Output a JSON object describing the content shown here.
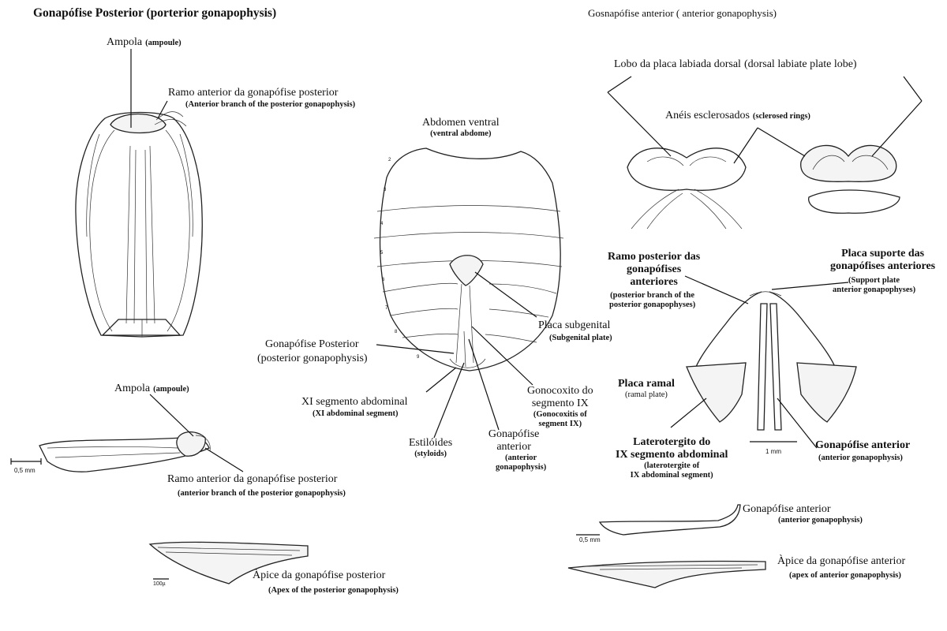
{
  "left_title": "Gonapófise Posterior (porterior gonapophysis)",
  "right_title": "Gosnapófise anterior ( anterior gonapophysis)",
  "labels": {
    "ampola_top_pt": "Ampola",
    "ampola_top_en": "(ampoule)",
    "ramo_top_pt": "Ramo anterior da gonapófise posterior",
    "ramo_top_en": "(Anterior branch of the posterior gonapophysis)",
    "ampola_bot_pt": "Ampola",
    "ampola_bot_en": "(ampoule)",
    "ramo_bot_pt": "Ramo anterior da gonapófise posterior",
    "ramo_bot_en": "(anterior branch of the posterior gonapophysis)",
    "apice_post_pt": "Àpice da gonapófise posterior",
    "apice_post_en": "(Apex of the posterior gonapophysis)",
    "abdomen_pt": "Abdomen ventral",
    "abdomen_en": "(ventral abdome)",
    "placa_sub_pt": "Placa subgenital",
    "placa_sub_en": "(Subgenital plate)",
    "gonapo_post_pt": "Gonapófise Posterior",
    "gonapo_post_en": "(posterior gonapophysis)",
    "xi_seg_pt": "XI segmento abdominal",
    "xi_seg_en": "(XI abdominal segment)",
    "gonocoxito_pt_1": "Gonocoxito do",
    "gonocoxito_pt_2": "segmento IX",
    "gonocoxito_en_1": "(Gonocoxitis of",
    "gonocoxito_en_2": "segment IX)",
    "estiloides_pt": "Estilóides",
    "estiloides_en": "(styloids)",
    "gonapo_ant_mid_pt_1": "Gonapófise",
    "gonapo_ant_mid_pt_2": "anterior",
    "gonapo_ant_mid_en_1": "(anterior",
    "gonapo_ant_mid_en_2": "gonapophysis)",
    "lobo_pt": "Lobo da placa labiada dorsal",
    "lobo_en": "(dorsal labiate plate lobe)",
    "aneis_pt": "Anéis esclerosados",
    "aneis_en": "(sclerosed rings)",
    "ramo_post_pt_1": "Ramo posterior das",
    "ramo_post_pt_2": "gonapófises",
    "ramo_post_pt_3": "anteriores",
    "ramo_post_en_1": "(posterior branch of the",
    "ramo_post_en_2": "posterior gonapophyses)",
    "placa_sup_pt_1": "Placa suporte das",
    "placa_sup_pt_2": "gonapófises anteriores",
    "placa_sup_en_1": "(Support plate",
    "placa_sup_en_2": "anterior gonapophyses)",
    "placa_ramal_pt": "Placa ramal",
    "placa_ramal_en": "(ramal plate)",
    "latero_pt_1": "Laterotergito do",
    "latero_pt_2": "IX segmento abdominal",
    "latero_en_1": "(laterotergite of",
    "latero_en_2": "IX abdominal segment)",
    "gonapo_ant_r_pt": "Gonapófise anterior",
    "gonapo_ant_r_en": "(anterior gonapophysis)",
    "gonapo_ant_r2_pt": "Gonapófise anterior",
    "gonapo_ant_r2_en": "(anterior gonapophysis)",
    "apice_ant_pt": "Àpice da gonapófise anterior",
    "apice_ant_en": "(apex of anterior gonapophysis)"
  },
  "scales": {
    "left_mid": "0,5 mm",
    "left_bot": "100µ",
    "right_mid": "1 mm",
    "right_bot": "0,5 mm"
  },
  "segment_numbers": [
    "2",
    "3",
    "4",
    "5",
    "6",
    "7",
    "8",
    "9"
  ]
}
